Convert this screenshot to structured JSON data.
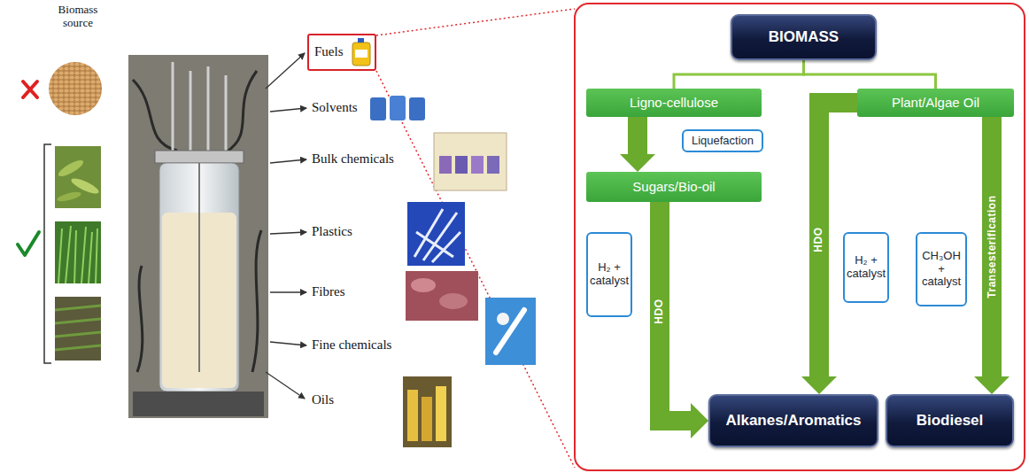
{
  "diagram": {
    "nodes": [
      {
        "text": [
          "Fuels"
        ]
      },
      {
        "text": [
          "BIOMASS"
        ]
      },
      {
        "text": [
          "Ligno-cellulose"
        ]
      },
      {
        "text": [
          "Plant/Algae Oil"
        ]
      },
      {
        "text": [
          "Liquefaction"
        ]
      },
      {
        "text": [
          "Sugars/Bio-oil"
        ]
      },
      {
        "text": [
          "H₂ + catalyst"
        ]
      },
      {
        "text": [
          "H₂ + catalyst"
        ]
      },
      {
        "text": [
          "CH₃OH + catalyst"
        ]
      },
      {
        "text": [
          "Alkanes/Aromatics"
        ]
      },
      {
        "text": [
          "Biodiesel"
        ]
      }
    ],
    "edges": [
      {
        "from": 1,
        "to": 2,
        "arrow": "none"
      },
      {
        "from": 1,
        "to": 3,
        "arrow": "none"
      },
      {
        "from": 2,
        "to": 5,
        "arrow": "to"
      },
      {
        "from": 5,
        "to": 9,
        "label": "HDO",
        "arrow": "to"
      },
      {
        "from": 3,
        "to": 9,
        "label": "HDO",
        "arrow": "to"
      },
      {
        "from": 3,
        "to": 10,
        "label": "Transesterification",
        "arrow": "to"
      }
    ],
    "labels": [
      "Biomass source",
      "Solvents",
      "Bulk chemicals",
      "Plastics",
      "Fibres",
      "Fine chemicals",
      "Oils"
    ]
  }
}
